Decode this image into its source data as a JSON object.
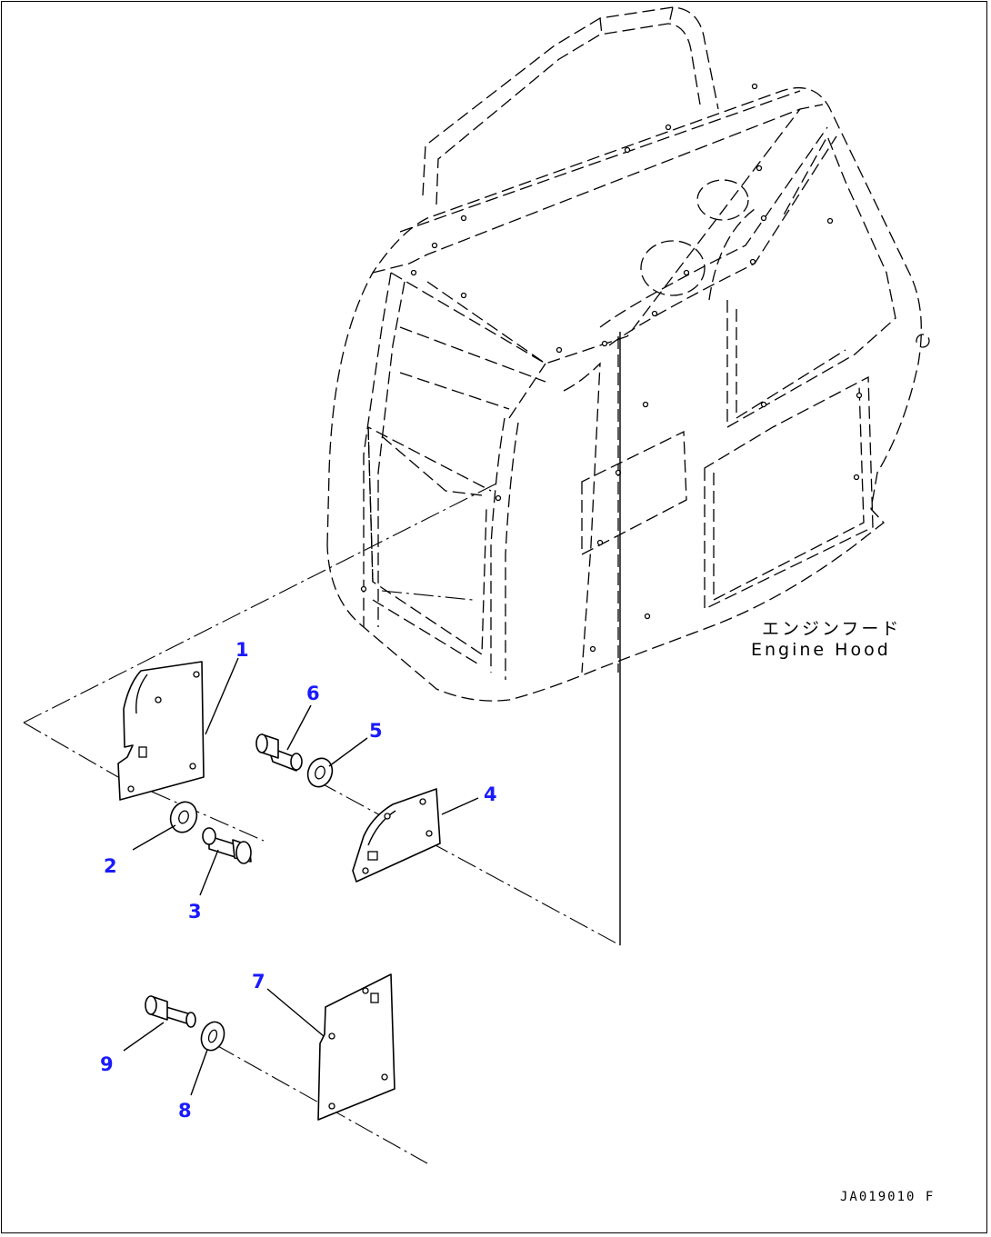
{
  "callouts": [
    {
      "id": "1",
      "label": "1"
    },
    {
      "id": "2",
      "label": "2"
    },
    {
      "id": "3",
      "label": "3"
    },
    {
      "id": "4",
      "label": "4"
    },
    {
      "id": "5",
      "label": "5"
    },
    {
      "id": "6",
      "label": "6"
    },
    {
      "id": "7",
      "label": "7"
    },
    {
      "id": "8",
      "label": "8"
    },
    {
      "id": "9",
      "label": "9"
    }
  ],
  "assembly_label": {
    "japanese": "エンジンフード",
    "english": "Engine Hood"
  },
  "drawing_code": "JA019010 F",
  "colors": {
    "callout": "#1a1aff",
    "line": "#000000",
    "background": "#ffffff"
  }
}
